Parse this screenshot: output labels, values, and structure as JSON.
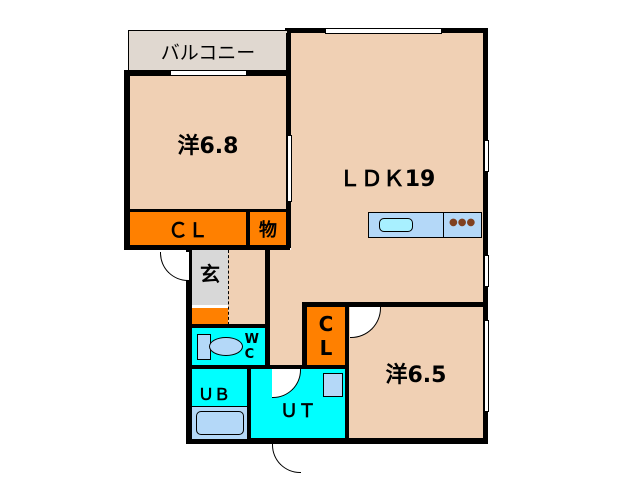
{
  "rooms": {
    "balcony": "バルコニー",
    "western_1": "洋6.8",
    "ldk": "ＬＤＫ19",
    "closet_1": "ＣＬ",
    "storage": "物",
    "entrance": "玄",
    "wc_1": "W",
    "wc_2": "C",
    "closet_2a": "C",
    "closet_2b": "L",
    "western_2": "洋6.5",
    "unit_bath": "ＵＢ",
    "utility": "ＵＴ"
  },
  "colors": {
    "room": "#f0d0b4",
    "closet": "#ff8000",
    "wet": "#00ffff",
    "fixture": "#b4d8f8",
    "balcony": "#e0d8d0",
    "entrance": "#d8d8d8"
  }
}
